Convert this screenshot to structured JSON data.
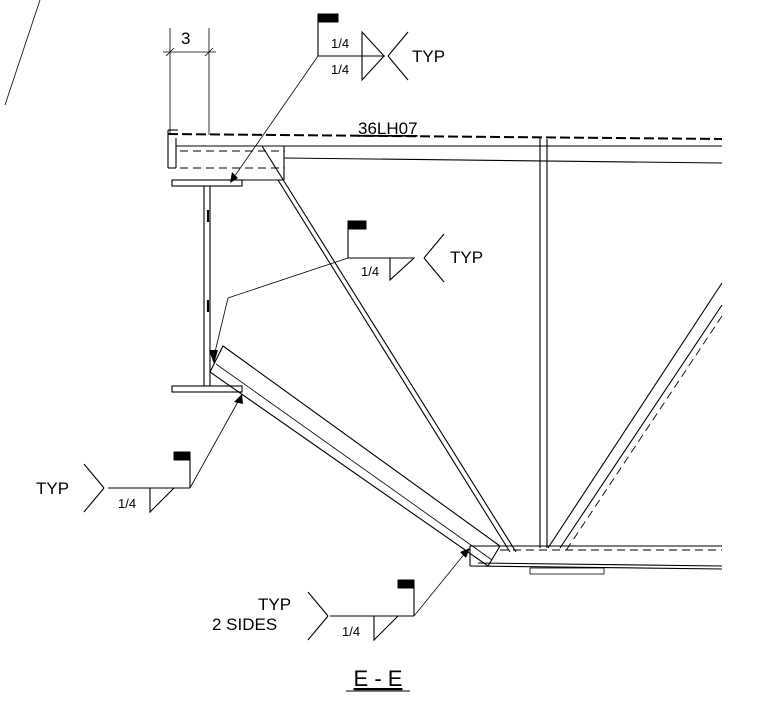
{
  "drawing": {
    "title": "E - E",
    "joist_label": "36LH07",
    "dimension": "3",
    "welds": {
      "top": {
        "size_top": "1/4",
        "size_bottom": "1/4",
        "note": "TYP"
      },
      "middle": {
        "size": "1/4",
        "note": "TYP"
      },
      "lower_left": {
        "size": "1/4",
        "note": "TYP"
      },
      "bottom": {
        "size": "1/4",
        "note_line1": "TYP",
        "note_line2": "2 SIDES"
      }
    }
  }
}
